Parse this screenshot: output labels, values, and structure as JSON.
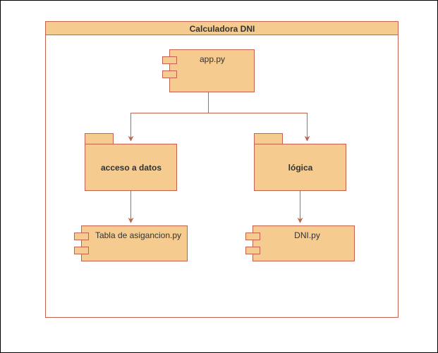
{
  "diagram": {
    "title": "Calculadora DNI",
    "nodes": {
      "app": "app.py",
      "acceso": "acceso a datos",
      "logica": "lógica",
      "tabla": "Tabla de asigancion.py",
      "dni": "DNI.py"
    }
  },
  "colors": {
    "fill": "#f5cb8f",
    "stroke": "#c4624d",
    "text": "#333333"
  }
}
